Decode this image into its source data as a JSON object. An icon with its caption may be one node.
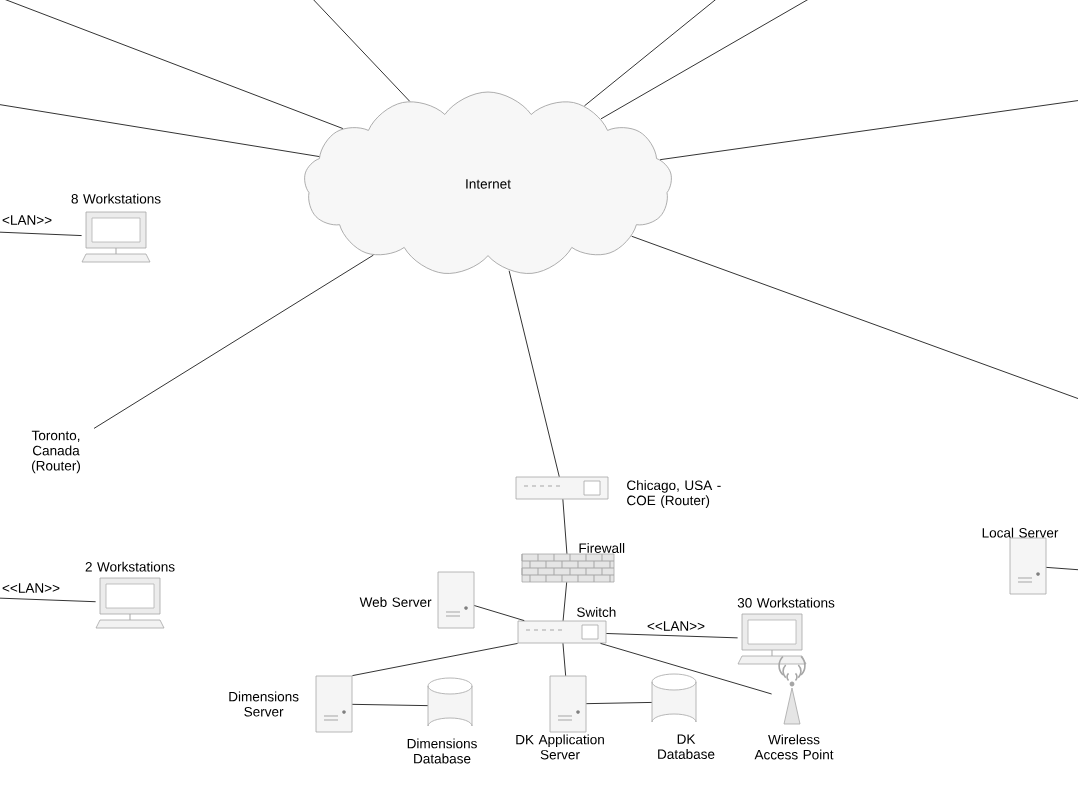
{
  "diagram": {
    "nodes": [
      {
        "text": [
          "Internet"
        ]
      },
      {
        "text": [
          "8 Workstations"
        ]
      },
      {
        "text": [
          "Toronto, Canada (Router)"
        ]
      },
      {
        "text": [
          "2 Workstations"
        ]
      },
      {
        "text": [
          "Chicago, USA - COE (Router)"
        ]
      },
      {
        "text": [
          "Firewall"
        ]
      },
      {
        "text": [
          "Switch"
        ]
      },
      {
        "text": [
          "Web Server"
        ]
      },
      {
        "text": [
          "30 Workstations"
        ]
      },
      {
        "text": [
          "Dimensions Server"
        ]
      },
      {
        "text": [
          "Dimensions Database"
        ]
      },
      {
        "text": [
          "DK Application Server"
        ]
      },
      {
        "text": [
          "DK Database"
        ]
      },
      {
        "text": [
          "Wireless Access Point"
        ]
      },
      {
        "text": [
          "Local Server"
        ]
      }
    ],
    "edges": [
      {
        "from": 0,
        "to": null,
        "arrow": "none"
      },
      {
        "from": 0,
        "to": null,
        "arrow": "none"
      },
      {
        "from": 0,
        "to": null,
        "arrow": "none"
      },
      {
        "from": 0,
        "to": 2,
        "arrow": "none"
      },
      {
        "from": 0,
        "to": null,
        "arrow": "none"
      },
      {
        "from": 0,
        "to": null,
        "arrow": "none"
      },
      {
        "from": 0,
        "to": null,
        "arrow": "none"
      },
      {
        "from": 0,
        "to": null,
        "arrow": "none"
      },
      {
        "from": 0,
        "to": 4,
        "arrow": "none"
      },
      {
        "from": null,
        "to": 1,
        "arrow": "none",
        "label": "<LAN>>"
      },
      {
        "from": null,
        "to": 3,
        "arrow": "none",
        "label": "<<LAN>>"
      },
      {
        "from": 4,
        "to": 5,
        "arrow": "none"
      },
      {
        "from": 5,
        "to": 6,
        "arrow": "none"
      },
      {
        "from": 6,
        "to": 7,
        "arrow": "none"
      },
      {
        "from": 6,
        "to": 8,
        "arrow": "none",
        "label": "<<LAN>>"
      },
      {
        "from": 6,
        "to": 9,
        "arrow": "none"
      },
      {
        "from": 6,
        "to": 11,
        "arrow": "none"
      },
      {
        "from": 6,
        "to": 13,
        "arrow": "none"
      },
      {
        "from": 9,
        "to": 10,
        "arrow": "none"
      },
      {
        "from": 11,
        "to": 12,
        "arrow": "none"
      },
      {
        "from": 14,
        "to": null,
        "arrow": "none"
      }
    ]
  }
}
